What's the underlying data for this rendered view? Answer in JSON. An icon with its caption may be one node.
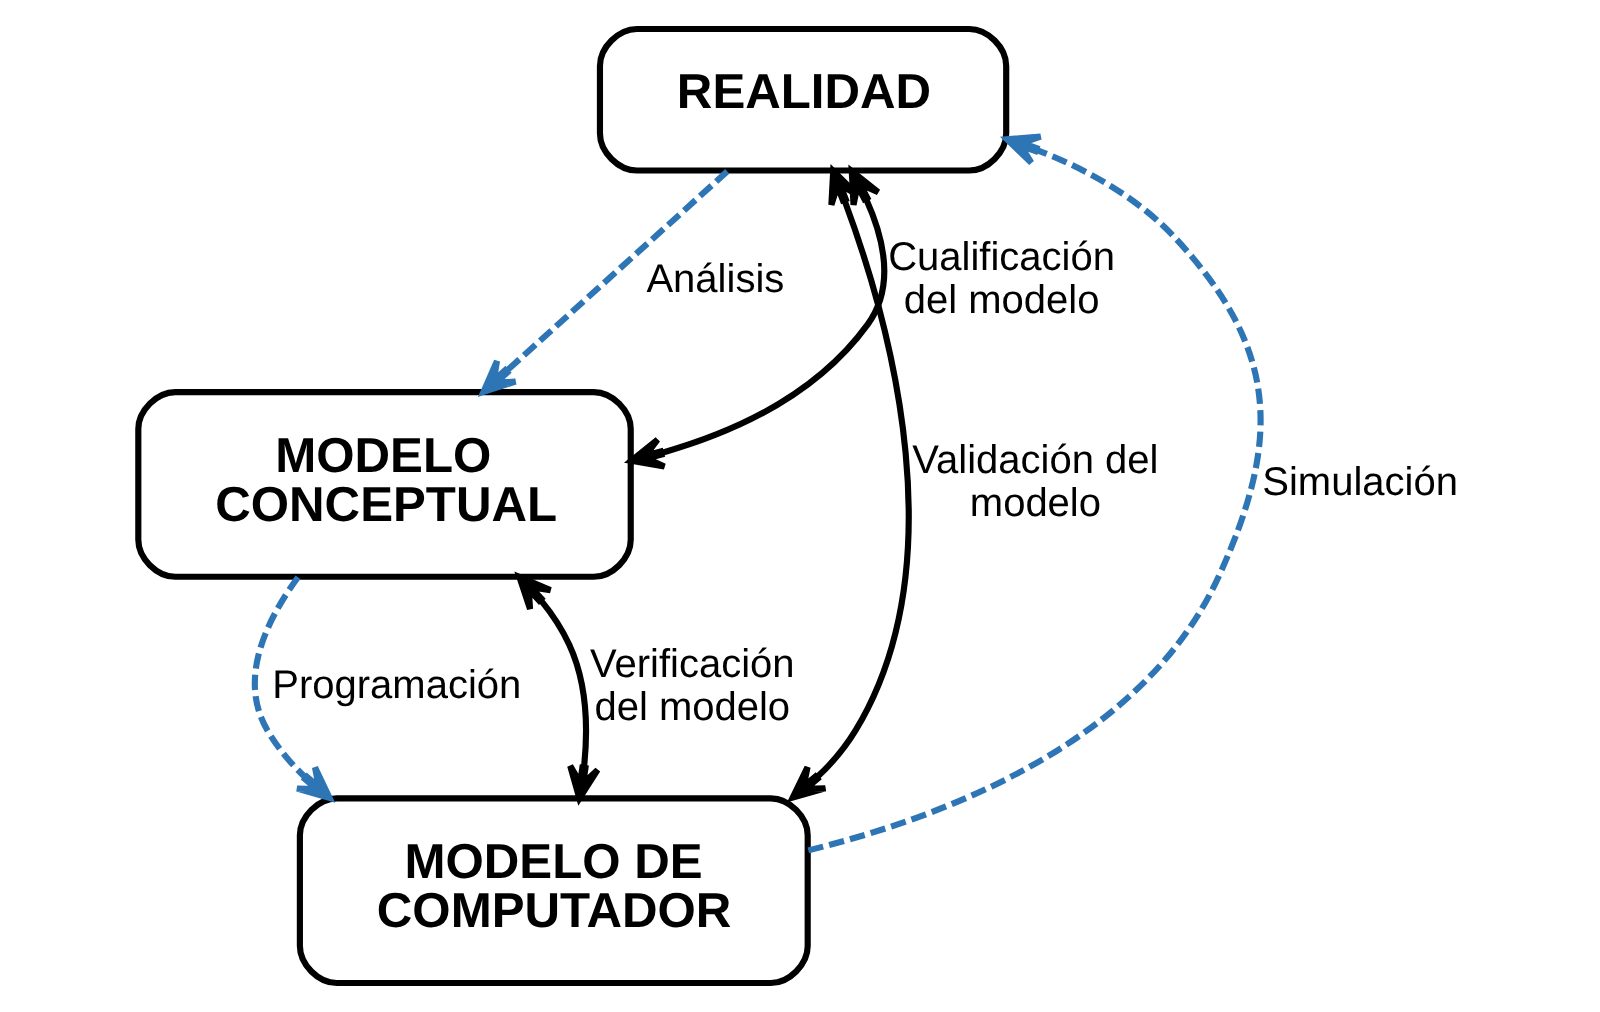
{
  "diagram": {
    "nodes": [
      {
        "text": [
          "REALIDAD"
        ]
      },
      {
        "text": [
          "MODELO CONCEPTUAL"
        ]
      },
      {
        "text": [
          "MODELO DE COMPUTADOR"
        ]
      }
    ],
    "edges": [
      {
        "from": 1,
        "to": 0,
        "arrow": "both",
        "label": "Cualificación del modelo"
      },
      {
        "from": 0,
        "to": 1,
        "arrow": "to",
        "label": "Análisis",
        "style": "dashed",
        "color": "#2e75b6"
      },
      {
        "from": 0,
        "to": 2,
        "arrow": "both",
        "label": "Validación del modelo"
      },
      {
        "from": 2,
        "to": 0,
        "arrow": "to",
        "label": "Simulación",
        "style": "dashed",
        "color": "#2e75b6"
      },
      {
        "from": 1,
        "to": 2,
        "arrow": "to",
        "label": "Programación",
        "style": "dashed",
        "color": "#2e75b6"
      },
      {
        "from": 2,
        "to": 1,
        "arrow": "both",
        "label": "Verificación del modelo"
      }
    ]
  }
}
